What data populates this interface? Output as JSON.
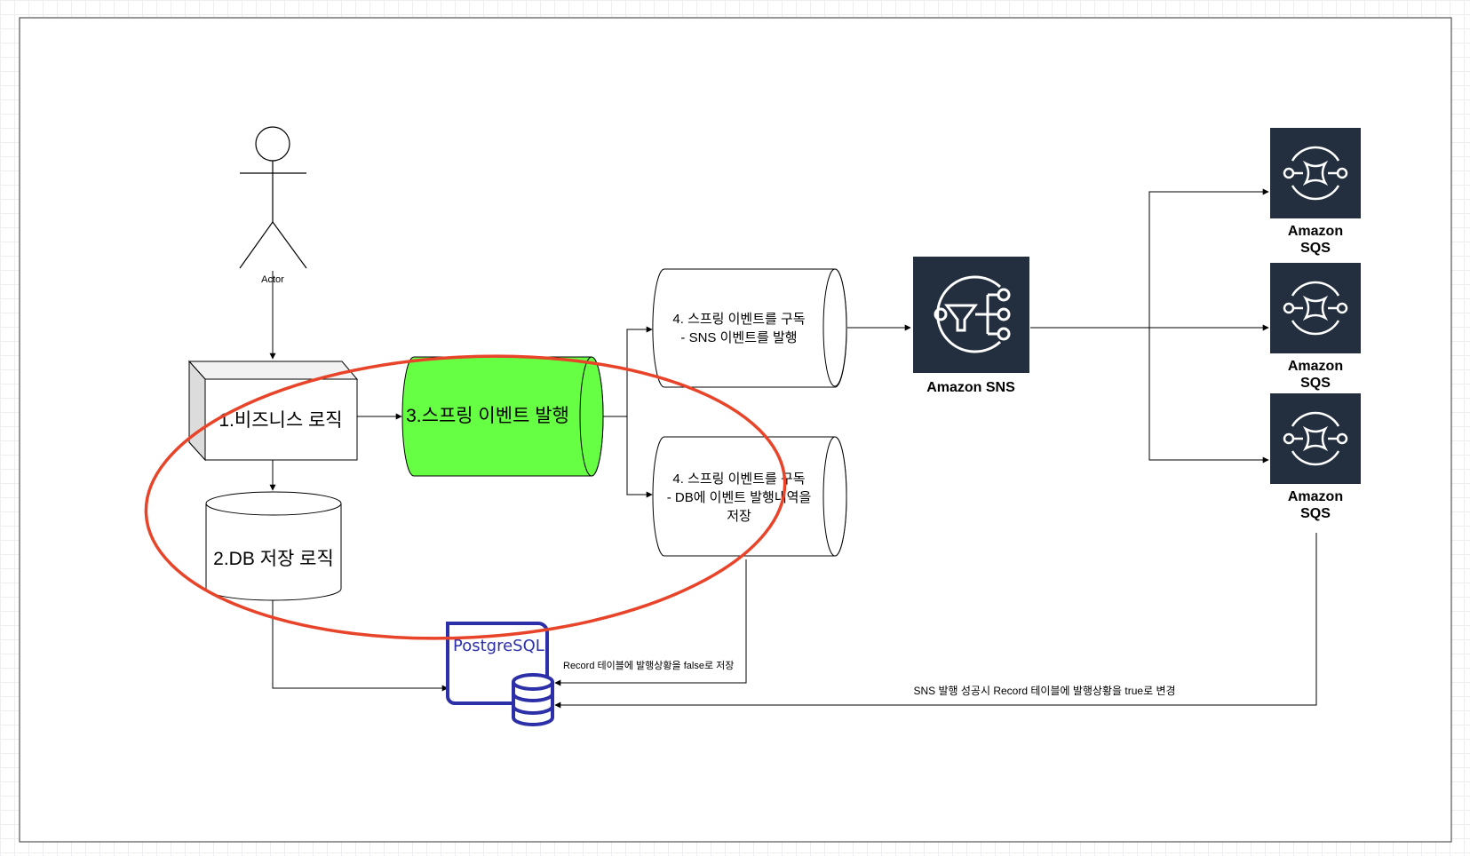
{
  "actor": {
    "label": "Actor"
  },
  "business_logic": {
    "label": "1.비즈니스 로직"
  },
  "db_save_logic": {
    "label": "2.DB 저장 로직"
  },
  "spring_event": {
    "label": "3.스프링 이벤트 발행"
  },
  "subscriber_sns": {
    "line1": "4. 스프링 이벤트를 구독",
    "line2": "- SNS 이벤트를 발행"
  },
  "subscriber_db": {
    "line1": "4. 스프링 이벤트를 구독",
    "line2": "- DB에 이벤트 발행내역을",
    "line3": "저장"
  },
  "sns": {
    "label": "Amazon SNS",
    "icon": "sns-icon"
  },
  "sqs": [
    {
      "line1": "Amazon",
      "line2": "SQS",
      "icon": "sqs-icon"
    },
    {
      "line1": "Amazon",
      "line2": "SQS",
      "icon": "sqs-icon"
    },
    {
      "line1": "Amazon",
      "line2": "SQS",
      "icon": "sqs-icon"
    }
  ],
  "postgres": {
    "label": "PostgreSQL",
    "icon": "postgresql-icon"
  },
  "edges": {
    "record_false": "Record 테이블에 발행상황을 false로 저장",
    "record_true": "SNS 발행 성공시 Record 테이블에 발행상황을 true로 변경"
  },
  "colors": {
    "event_fill": "#66ff44",
    "highlight_ellipse": "#e8442a",
    "aws_dark": "#232f3e",
    "postgres_blue": "#2c2fa8"
  }
}
